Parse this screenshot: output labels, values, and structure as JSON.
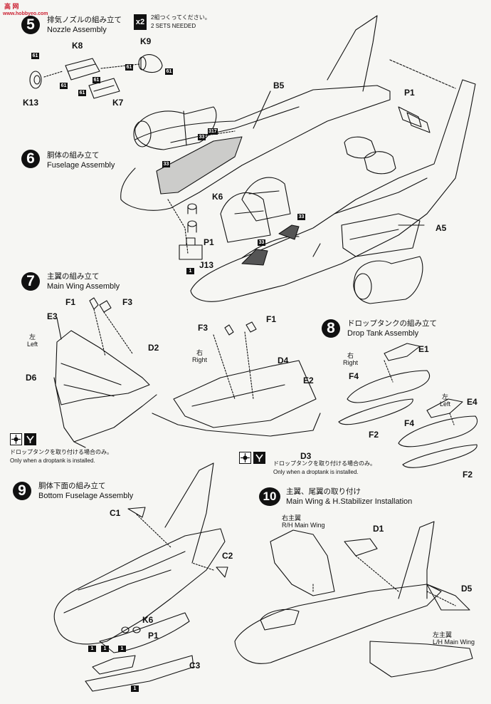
{
  "watermark": {
    "cn": "高 网",
    "url": "www.hobbyeo.com"
  },
  "step5": {
    "num": "5",
    "jp": "排気ノズルの組み立て",
    "en": "Nozzle Assembly",
    "x2": "x2",
    "x2_jp": "2組つくってください。",
    "x2_en": "2 SETS NEEDED",
    "parts": [
      "K8",
      "K9",
      "K13",
      "K7"
    ]
  },
  "step6": {
    "num": "6",
    "jp": "胴体の組み立て",
    "en": "Fuselage Assembly",
    "parts": [
      "B5",
      "P1",
      "K6",
      "P1",
      "J13",
      "A5"
    ]
  },
  "step7": {
    "num": "7",
    "jp": "主翼の組み立て",
    "en": "Main Wing Assembly",
    "parts": [
      "F1",
      "F3",
      "E3",
      "D2",
      "D6",
      "F3",
      "F1",
      "D4",
      "E2",
      "D3"
    ],
    "left_jp": "左",
    "left_en": "Left",
    "right_jp": "右",
    "right_en": "Right",
    "note_jp": "ドロップタンクを取り付ける場合のみ。",
    "note_en": "Only when a droptank is installed."
  },
  "step8": {
    "num": "8",
    "jp": "ドロップタンクの組み立て",
    "en": "Drop Tank Assembly",
    "right_jp": "右",
    "right_en": "Right",
    "left_jp": "左",
    "left_en": "Left",
    "parts": [
      "E1",
      "F4",
      "F2",
      "E4",
      "F4",
      "F2"
    ]
  },
  "step9": {
    "num": "9",
    "jp": "胴体下面の組み立て",
    "en": "Bottom Fuselage Assembly",
    "parts": [
      "C1",
      "C2",
      "K6",
      "P1",
      "C3"
    ]
  },
  "step10": {
    "num": "10",
    "jp": "主翼、尾翼の取り付け",
    "en": "Main Wing & H.Stabilizer Installation",
    "rh_jp": "右主翼",
    "rh_en": "R/H Main Wing",
    "lh_jp": "左主翼",
    "lh_en": "L/H Main Wing",
    "parts": [
      "D1",
      "D5"
    ]
  },
  "tags": {
    "t61": "61",
    "t33": "33",
    "t317": "317",
    "t1": "1"
  }
}
